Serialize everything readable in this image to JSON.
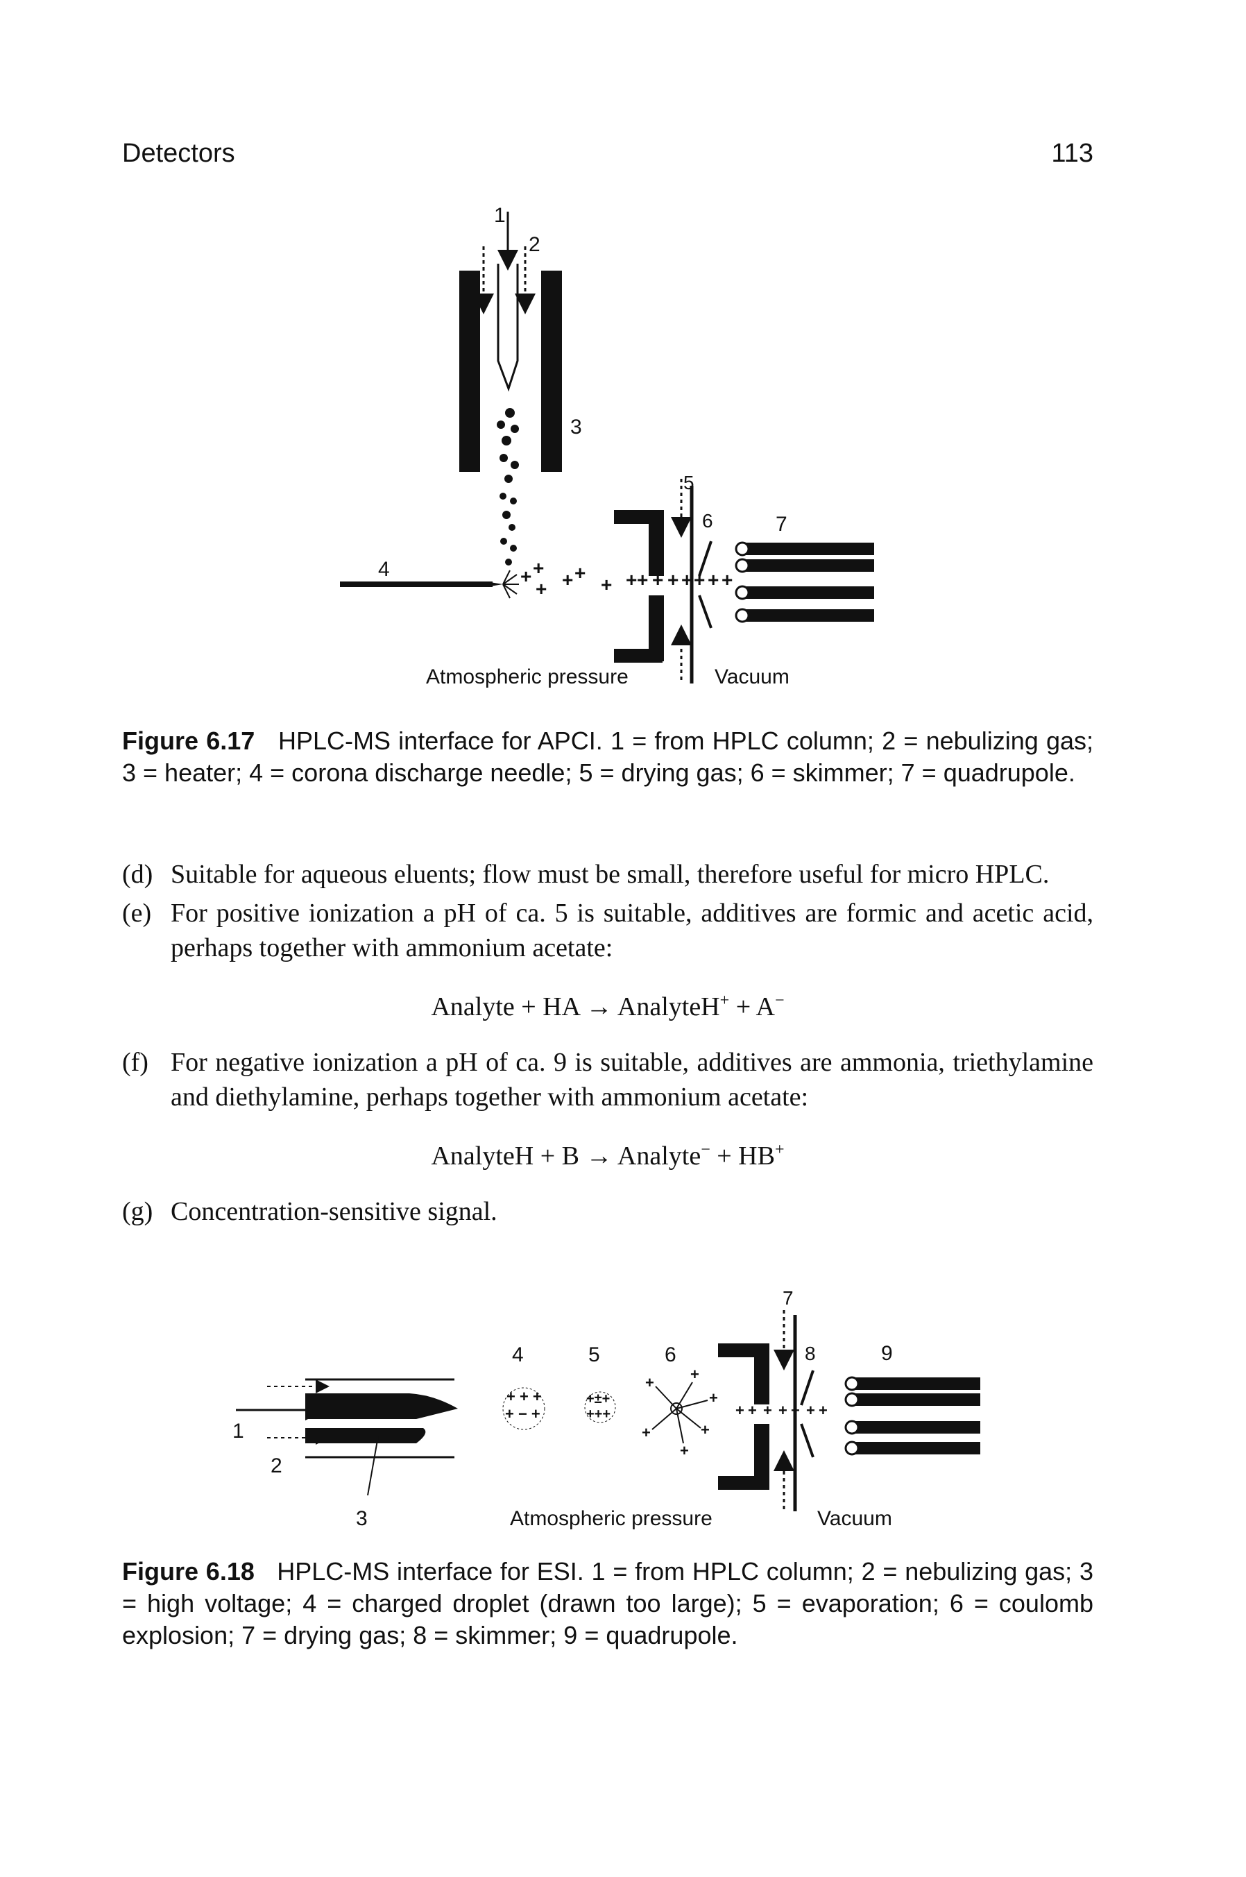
{
  "running_head": {
    "section": "Detectors",
    "page_number": "113"
  },
  "figure_6_17": {
    "labels": {
      "n1": "1",
      "n2": "2",
      "n3": "3",
      "n4": "4",
      "n5": "5",
      "n6": "6",
      "n7": "7"
    },
    "atmospheric": "Atmospheric pressure",
    "vacuum": "Vacuum",
    "caption_label": "Figure 6.17",
    "caption_text": "HPLC-MS interface for APCI. 1 = from HPLC column; 2 = nebulizing gas; 3 = heater; 4 = corona discharge needle; 5 = drying gas; 6 = skimmer; 7 = quadrupole."
  },
  "list": {
    "d": {
      "label": "(d)",
      "text": "Suitable for aqueous eluents; flow must be small, therefore useful for micro HPLC."
    },
    "e": {
      "label": "(e)",
      "text": "For positive ionization a pH of ca. 5 is suitable, additives are formic and acetic acid, perhaps together with ammonium acetate:"
    },
    "eq1": {
      "lhs": "Analyte + HA → AnalyteH",
      "sup1": "+",
      "mid": " + A",
      "sup2": "−"
    },
    "f": {
      "label": "(f)",
      "text": "For negative ionization a pH of ca. 9 is suitable, additives are ammonia, triethylamine and diethylamine, perhaps together with ammonium acetate:"
    },
    "eq2": {
      "lhs": "AnalyteH + B → Analyte",
      "sup1": "−",
      "mid": " + HB",
      "sup2": "+"
    },
    "g": {
      "label": "(g)",
      "text": "Concentration-sensitive signal."
    }
  },
  "figure_6_18": {
    "labels": {
      "n1": "1",
      "n2": "2",
      "n3": "3",
      "n4": "4",
      "n5": "5",
      "n6": "6",
      "n7": "7",
      "n8": "8",
      "n9": "9"
    },
    "atmospheric": "Atmospheric pressure",
    "vacuum": "Vacuum",
    "caption_label": "Figure 6.18",
    "caption_text": "HPLC-MS interface for ESI. 1 = from HPLC column; 2 = nebulizing gas; 3 = high voltage; 4 = charged droplet (drawn too large); 5 = evaporation; 6 = coulomb explosion; 7 = drying gas; 8 = skimmer; 9 = quadrupole."
  }
}
